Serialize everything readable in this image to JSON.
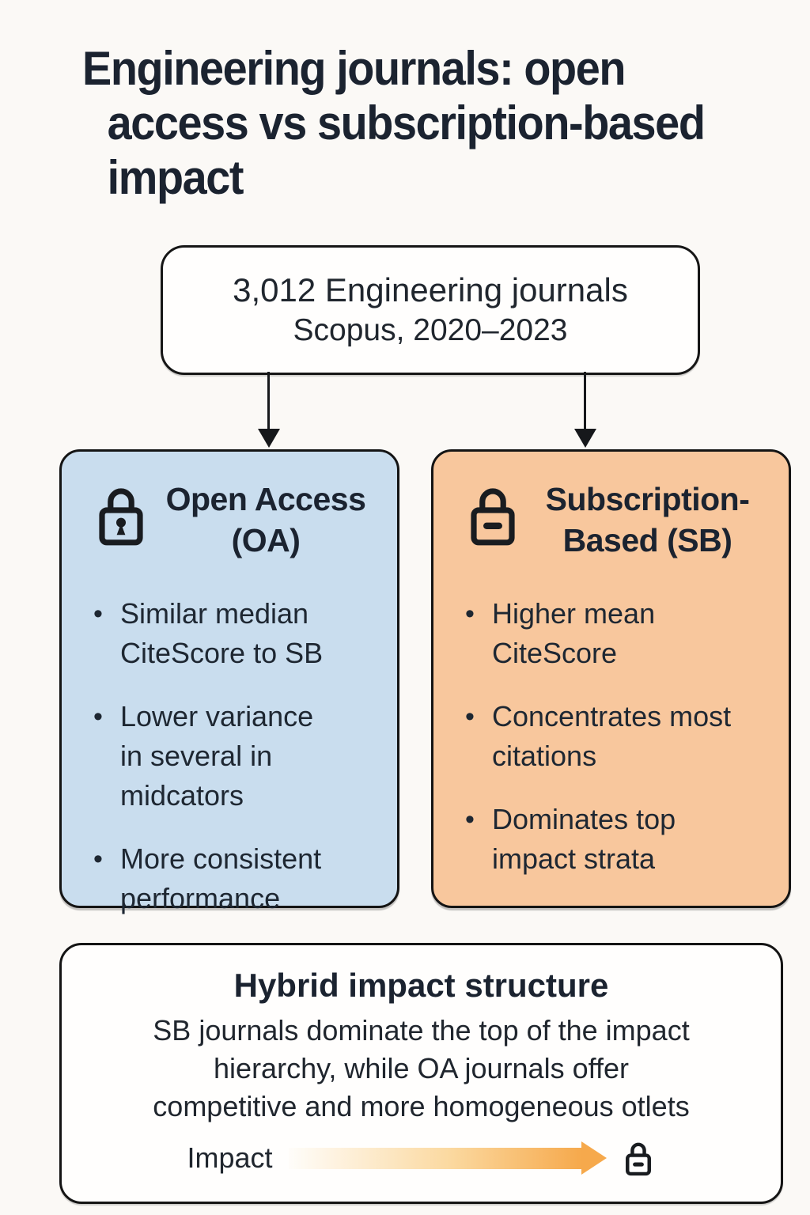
{
  "title": "Engineering journals: open\naccess vs subscription-based\nimpact",
  "source_box": {
    "line1": "3,012 Engineering journals",
    "line2": "Scopus, 2020–2023"
  },
  "oa_box": {
    "heading": "Open Access\n(OA)",
    "icon": "padlock-keyhole",
    "fill_color": "#c9ddee",
    "bullet_marker": "•",
    "bullets": [
      "Similar median\nCiteScore to SB",
      "Lower variance\nin several in\nmidcators",
      "More consistent\nperformance"
    ]
  },
  "sb_box": {
    "heading": "Subscription-\nBased (SB)",
    "icon": "padlock-dash",
    "fill_color": "#f8c79d",
    "bullet_marker": "•",
    "bullets": [
      "Higher mean\nCiteScore",
      "Concentrates most\ncitations",
      "Dominates top\nimpact strata"
    ]
  },
  "summary_box": {
    "heading": "Hybrid impact structure",
    "body": "SB journals dominate the top of the impact\nhierarchy, while OA journals offer\ncompetitive and more homogeneous otlets",
    "axis_label": "Impact",
    "arrow_color_start": "#fdf6e8",
    "arrow_color_end": "#f6a94c"
  }
}
